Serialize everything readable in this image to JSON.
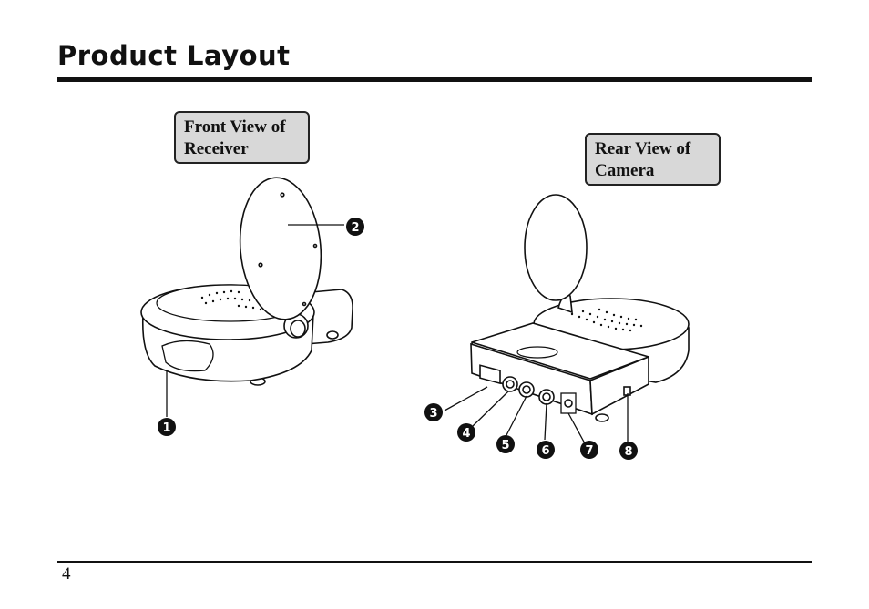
{
  "page": {
    "title": "Product Layout",
    "page_number": "4"
  },
  "labels": {
    "front": [
      "Front View of",
      "Receiver"
    ],
    "rear": [
      "Rear View of",
      "Camera"
    ]
  },
  "callouts": [
    "1",
    "2",
    "3",
    "4",
    "5",
    "6",
    "7",
    "8"
  ]
}
